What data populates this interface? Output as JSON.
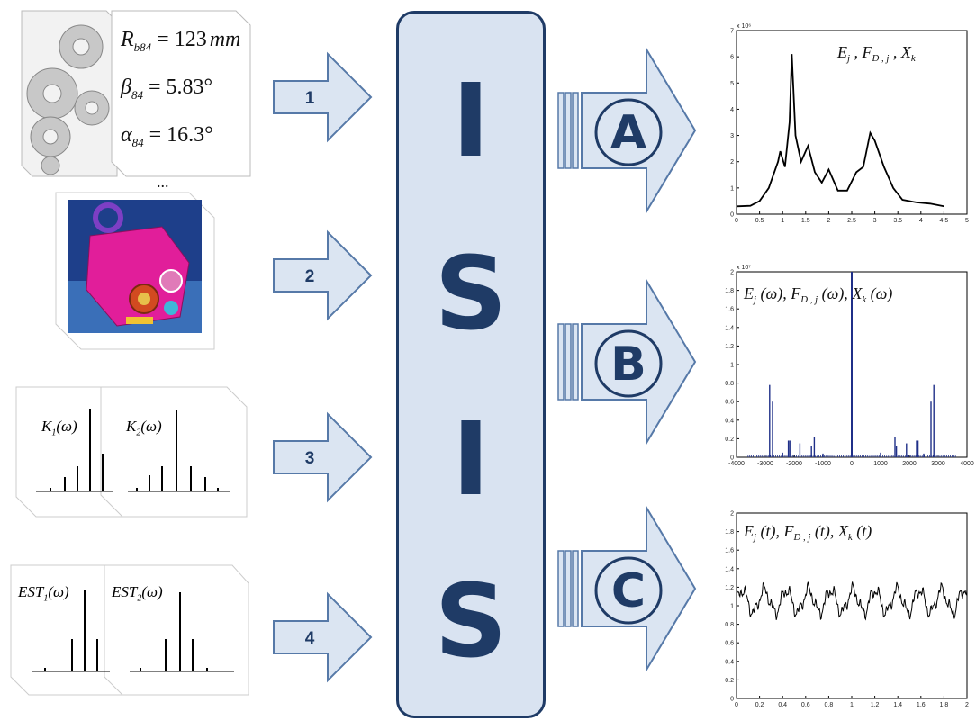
{
  "inputs": {
    "card1": {
      "lines": [
        "R_b84 = 123 mm",
        "β_84 = 5.83°",
        "α_84 = 16.3°",
        "..."
      ],
      "params": [
        {
          "sym": "R",
          "sub": "b84",
          "eq": " = 123",
          "unit": "mm"
        },
        {
          "sym": "β",
          "sub": "84",
          "eq": " = 5.83°",
          "unit": ""
        },
        {
          "sym": "α",
          "sub": "84",
          "eq": " = 16.3°",
          "unit": ""
        }
      ],
      "ellipsis": "..."
    },
    "card3": {
      "label_a": "K",
      "sub_a": "1",
      "arg_a": "(ω)",
      "label_b": "K",
      "sub_b": "2",
      "arg_b": "(ω)"
    },
    "card4": {
      "label_a": "EST",
      "sub_a": "1",
      "arg_a": "(ω)",
      "label_b": "EST",
      "sub_b": "2",
      "arg_b": "(ω)"
    }
  },
  "arrows_in": [
    "1",
    "2",
    "3",
    "4"
  ],
  "center": {
    "letters": [
      "I",
      "S",
      "I",
      "S"
    ],
    "fill": "#d9e3f1",
    "stroke": "#1f3b66"
  },
  "outputs": {
    "labels": [
      "A",
      "B",
      "C"
    ],
    "accent": "#1f3b66",
    "arrow_fill": "#dbe5f2"
  },
  "plots": {
    "A": {
      "exponent": "x 10⁶",
      "formula": "Ẽ_j , F̃_D,j , X̃_k",
      "formula_parts": [
        "E",
        "j",
        ", ",
        "F",
        "D , j",
        ", ",
        "X",
        "k"
      ],
      "y_ticks": [
        "0",
        "1",
        "2",
        "3",
        "4",
        "5",
        "6",
        "7"
      ],
      "x_ticks": [
        "0",
        "0.5",
        "1",
        "1.5",
        "2",
        "2.5",
        "3",
        "3.5",
        "4",
        "4.5",
        "5"
      ]
    },
    "B": {
      "exponent": "x 10⁷",
      "formula_parts": [
        "E",
        "j",
        "(ω),",
        "F",
        "D , j",
        "(ω),",
        "X",
        "k",
        "(ω)"
      ],
      "y_ticks": [
        "0",
        "0.2",
        "0.4",
        "0.6",
        "0.8",
        "1",
        "1.2",
        "1.4",
        "1.6",
        "1.8",
        "2"
      ],
      "x_ticks": [
        "-4000",
        "-3000",
        "-2000",
        "-1000",
        "0",
        "1000",
        "2000",
        "3000",
        "4000"
      ]
    },
    "C": {
      "formula_parts": [
        "E",
        "j",
        "(t),",
        "F",
        "D , j",
        "(t),",
        "X",
        "k",
        "(t)"
      ],
      "y_ticks": [
        "0",
        "0.2",
        "0.4",
        "0.6",
        "0.8",
        "1",
        "1.2",
        "1.4",
        "1.6",
        "1.8",
        "2"
      ],
      "x_ticks": [
        "0",
        "0.2",
        "0.4",
        "0.6",
        "0.8",
        "1",
        "1.2",
        "1.4",
        "1.6",
        "1.8",
        "2"
      ]
    }
  }
}
